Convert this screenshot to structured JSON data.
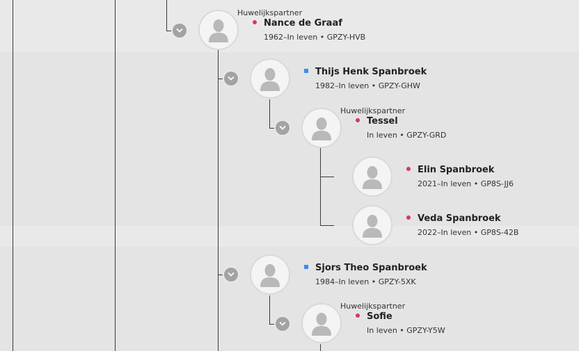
{
  "person_icon": "person-silhouette-icon",
  "toggle_icon": "chevron-down-icon",
  "colors": {
    "female": "#d8336f",
    "male": "#3d8ee8",
    "line": "#3a3a3a",
    "toggle": "#a3a3a3"
  },
  "persons": [
    {
      "id": "nance",
      "relation": "Huwelijkspartner",
      "name": "Nance de Graaf",
      "meta": "1962–In leven • GPZY-HVB",
      "sex": "female"
    },
    {
      "id": "thijs",
      "relation": "",
      "name": "Thijs Henk Spanbroek",
      "meta": "1982–In leven • GPZY-GHW",
      "sex": "male"
    },
    {
      "id": "tessel",
      "relation": "Huwelijkspartner",
      "name": "Tessel",
      "meta": "In leven • GPZY-GRD",
      "sex": "female"
    },
    {
      "id": "elin",
      "relation": "",
      "name": "Elin Spanbroek",
      "meta": "2021–In leven • GP8S-JJ6",
      "sex": "female"
    },
    {
      "id": "veda",
      "relation": "",
      "name": "Veda Spanbroek",
      "meta": "2022–In leven • GP8S-42B",
      "sex": "female"
    },
    {
      "id": "sjors",
      "relation": "",
      "name": "Sjors Theo Spanbroek",
      "meta": "1984–In leven • GPZY-5XK",
      "sex": "male"
    },
    {
      "id": "sofie",
      "relation": "Huwelijkspartner",
      "name": "Sofie",
      "meta": "In leven • GPZY-Y5W",
      "sex": "female"
    }
  ]
}
